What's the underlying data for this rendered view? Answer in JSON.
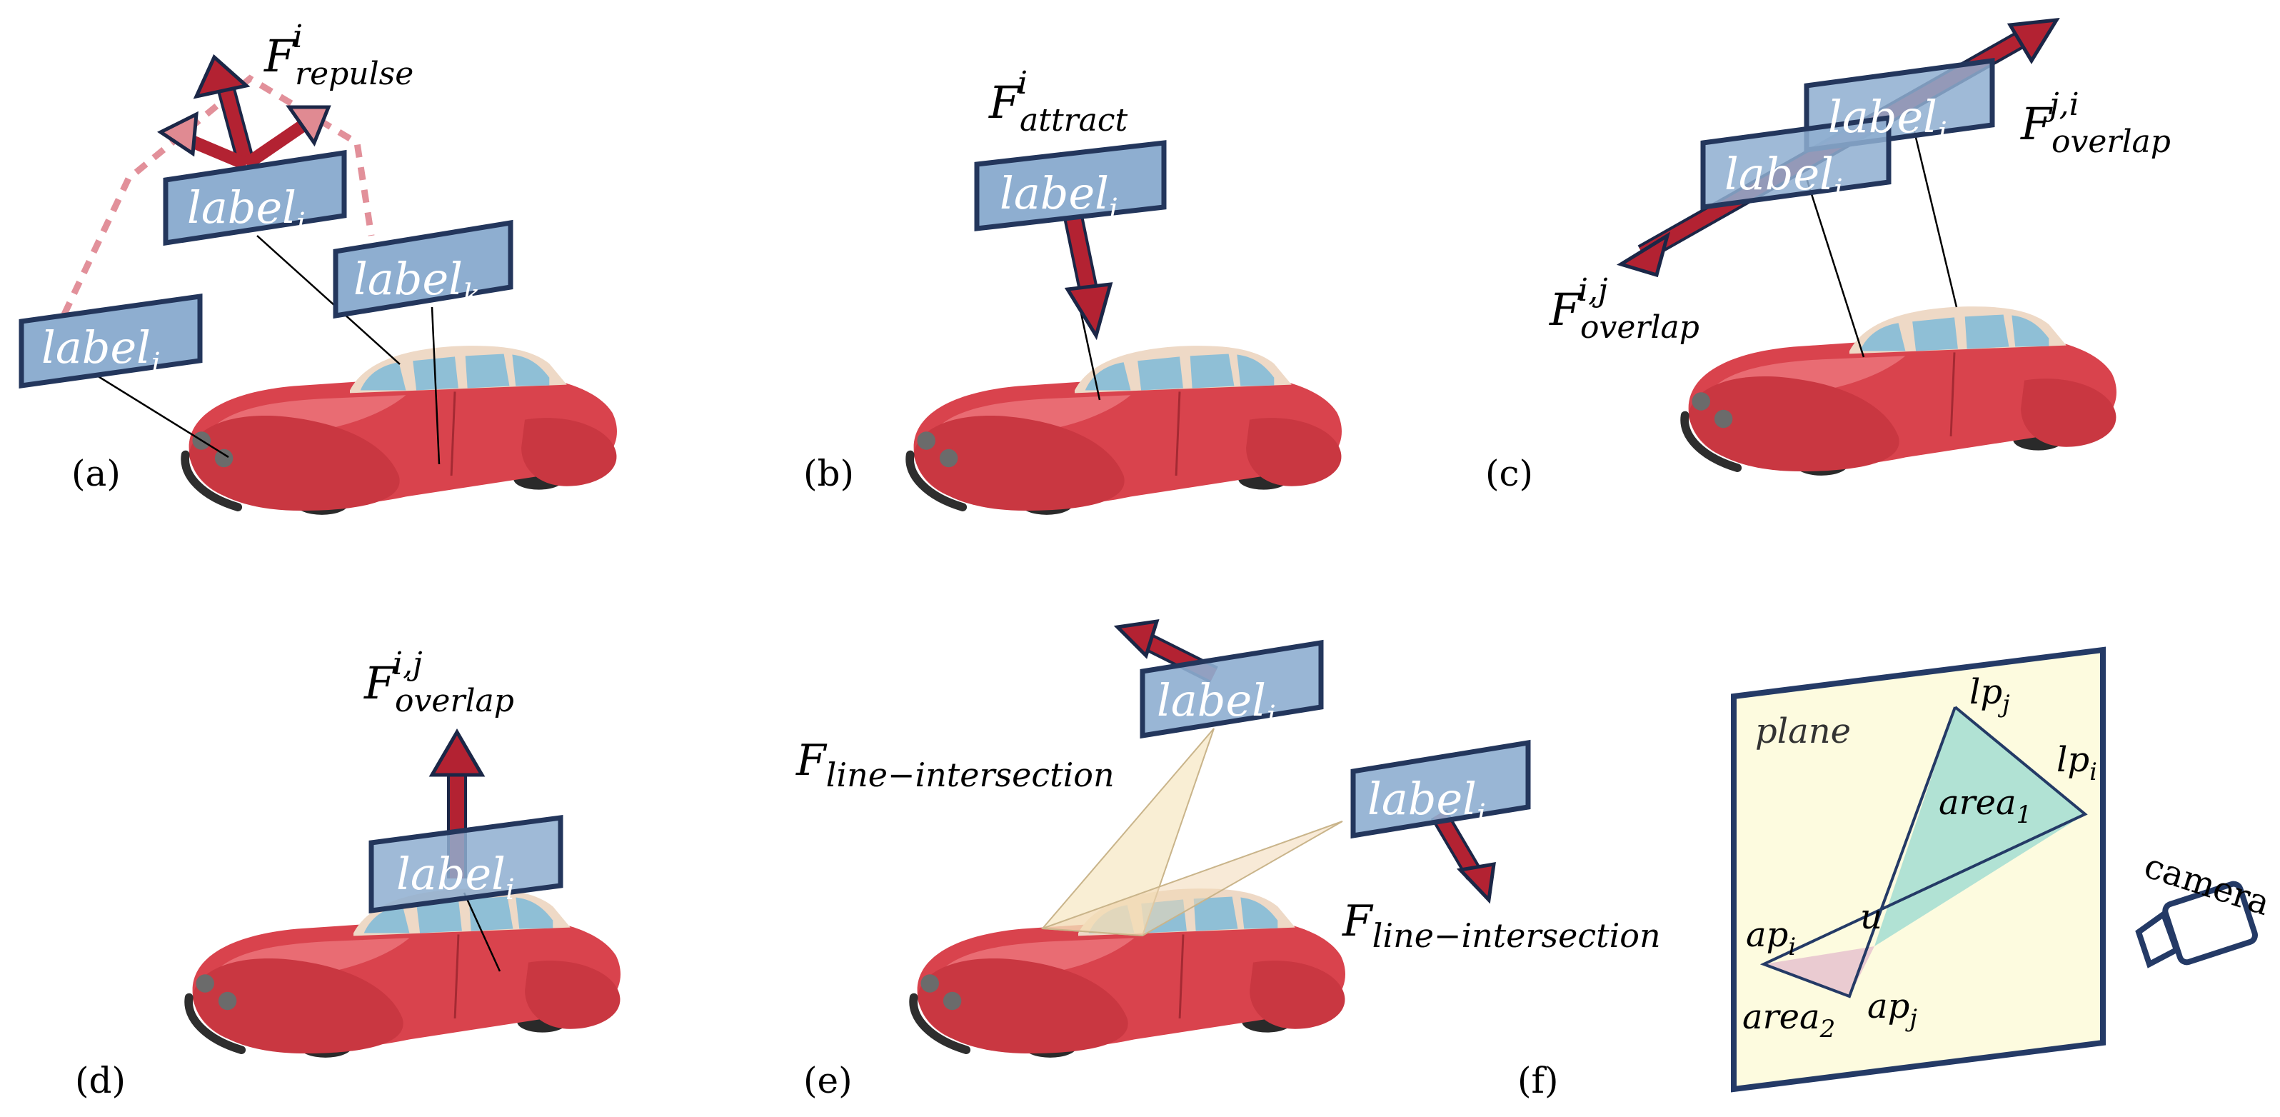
{
  "panels": {
    "a": {
      "caption": "(a)",
      "labels": {
        "i": "label",
        "j": "label",
        "k": "label"
      },
      "label_subs": {
        "i": "i",
        "j": "j",
        "k": "k"
      },
      "force": {
        "base": "F",
        "sub": "repulse",
        "sup": "i"
      }
    },
    "b": {
      "caption": "(b)",
      "labels": {
        "i": "label"
      },
      "label_subs": {
        "i": "i"
      },
      "force": {
        "base": "F",
        "sub": "attract",
        "sup": "i"
      }
    },
    "c": {
      "caption": "(c)",
      "labels": {
        "i": "label",
        "j": "label"
      },
      "label_subs": {
        "i": "i",
        "j": "j"
      },
      "force_ji": {
        "base": "F",
        "sub": "overlap",
        "sup": "j,i"
      },
      "force_ij": {
        "base": "F",
        "sub": "overlap",
        "sup": "i,j"
      }
    },
    "d": {
      "caption": "(d)",
      "labels": {
        "i": "label"
      },
      "label_subs": {
        "i": "i"
      },
      "force": {
        "base": "F",
        "sub": "overlap",
        "sup": "i,j"
      }
    },
    "e": {
      "caption": "(e)",
      "labels": {
        "i": "label",
        "j": "label"
      },
      "label_subs": {
        "i": "i",
        "j": "j"
      },
      "force_top": {
        "base": "F",
        "sub": "line−intersection"
      },
      "force_bottom": {
        "base": "F",
        "sub": "line−intersection"
      }
    },
    "f": {
      "caption": "(f)",
      "plane": "plane",
      "camera": "camera",
      "u": "u",
      "lp_j": {
        "base": "lp",
        "sub": "j"
      },
      "lp_i": {
        "base": "lp",
        "sub": "i"
      },
      "ap_i": {
        "base": "ap",
        "sub": "i"
      },
      "ap_j": {
        "base": "ap",
        "sub": "j"
      },
      "area1": {
        "base": "area",
        "sub": "1"
      },
      "area2": {
        "base": "area",
        "sub": "2"
      }
    }
  },
  "colors": {
    "car_body": "#d9434d",
    "car_highlight": "#ef7d83",
    "roof": "#eed9c6",
    "window": "#8fbfd6",
    "label_fill": "#8eaed0",
    "label_border": "#23365c",
    "arrow": "#b32232",
    "arrow_outline": "#1b2747",
    "plane_fill": "#fdfbdf",
    "plane_border": "#243a66",
    "area1": "#a9dfd3",
    "area2": "#e8c5cf",
    "dashed": "#e2909a"
  }
}
